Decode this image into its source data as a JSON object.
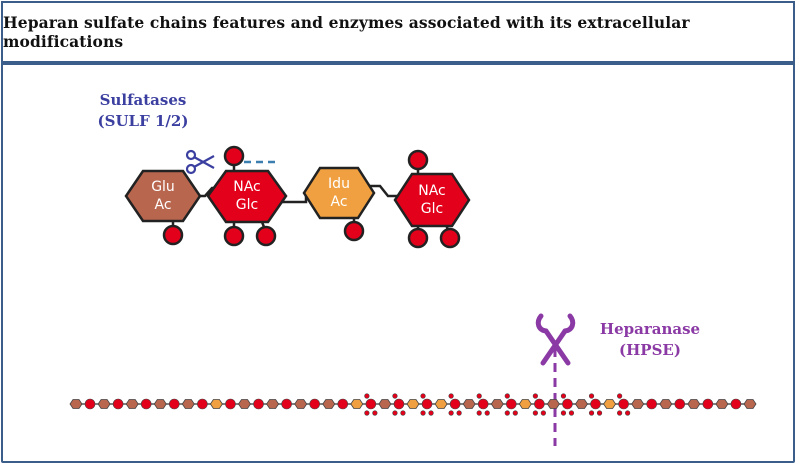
{
  "title": "Heparan sulfate chains features and enzymes associated with its extracellular modifications",
  "enzymes": {
    "sulfatases": {
      "line1": "Sulfatases",
      "line2": "(SULF 1/2)"
    },
    "heparanase": {
      "line1": "Heparanase",
      "line2": "(HPSE)"
    }
  },
  "units": [
    {
      "top": "Glu",
      "bottom": "Ac"
    },
    {
      "top": "NAc",
      "bottom": "Glc"
    },
    {
      "top": "Idu",
      "bottom": "Ac"
    },
    {
      "top": "NAc",
      "bottom": "Glc"
    }
  ],
  "colors": {
    "glucuronic": "#b9664f",
    "glucosamine": "#e3001b",
    "iduronic": "#f0a040",
    "sulfate": "#e3001b",
    "heparanase": "#8b3aa5",
    "sulfatase": "#3b3fa0",
    "frame": "#3a5d8a"
  },
  "chain_pattern": [
    "h",
    "r",
    "h",
    "r",
    "h",
    "r",
    "h",
    "r",
    "h",
    "r",
    "o",
    "r",
    "h",
    "r",
    "h",
    "r",
    "h",
    "r",
    "h",
    "r",
    "o",
    "rs",
    "h",
    "rs",
    "o",
    "rs",
    "o",
    "rs",
    "h",
    "rs",
    "h",
    "rs",
    "o",
    "rs",
    "h",
    "rs",
    "h",
    "rs",
    "o",
    "rs",
    "h",
    "r",
    "h",
    "r",
    "h",
    "r",
    "h",
    "r",
    "h"
  ]
}
